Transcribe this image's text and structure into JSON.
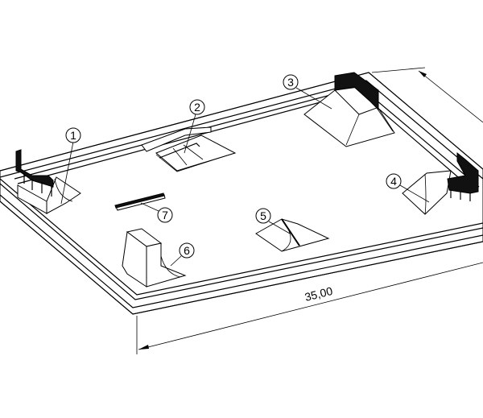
{
  "drawing": {
    "dimension_length": "35,00",
    "balloons": [
      "1",
      "2",
      "3",
      "4",
      "5",
      "6",
      "7"
    ]
  }
}
